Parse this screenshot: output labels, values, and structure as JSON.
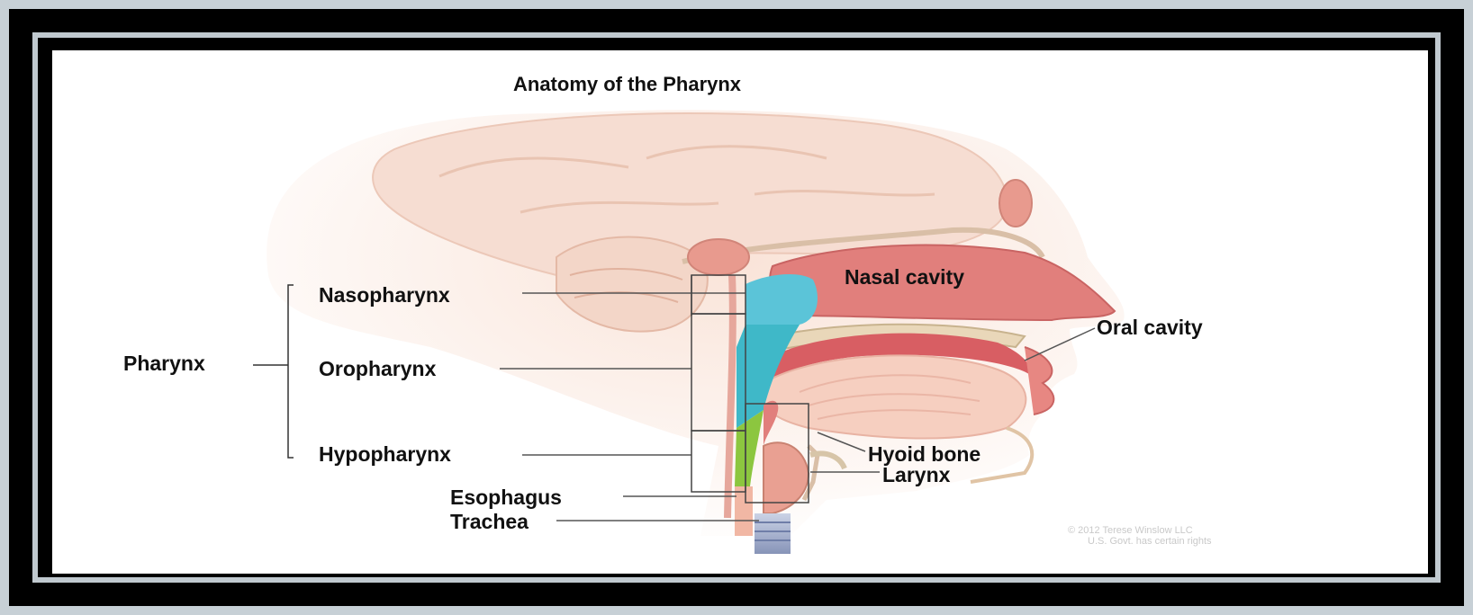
{
  "diagram": {
    "title": "Anatomy of the Pharynx",
    "labels": {
      "nasal_cavity": "Nasal cavity",
      "nasopharynx": "Nasopharynx",
      "oropharynx": "Oropharynx",
      "hypopharynx": "Hypopharynx",
      "pharynx": "Pharynx",
      "oral_cavity": "Oral cavity",
      "hyoid_bone": "Hyoid bone",
      "larynx": "Larynx",
      "esophagus": "Esophagus",
      "trachea": "Trachea"
    },
    "credit": {
      "line1": "© 2012 Terese Winslow LLC",
      "line2": "U.S. Govt. has certain rights"
    },
    "colors": {
      "nasopharynx": "#5bc4d8",
      "oropharynx": "#3fb8c8",
      "hypopharynx": "#8cc63f",
      "tissue": "#f4c7b8",
      "cavity": "#e07878",
      "frame": "#c7d0d6"
    }
  }
}
